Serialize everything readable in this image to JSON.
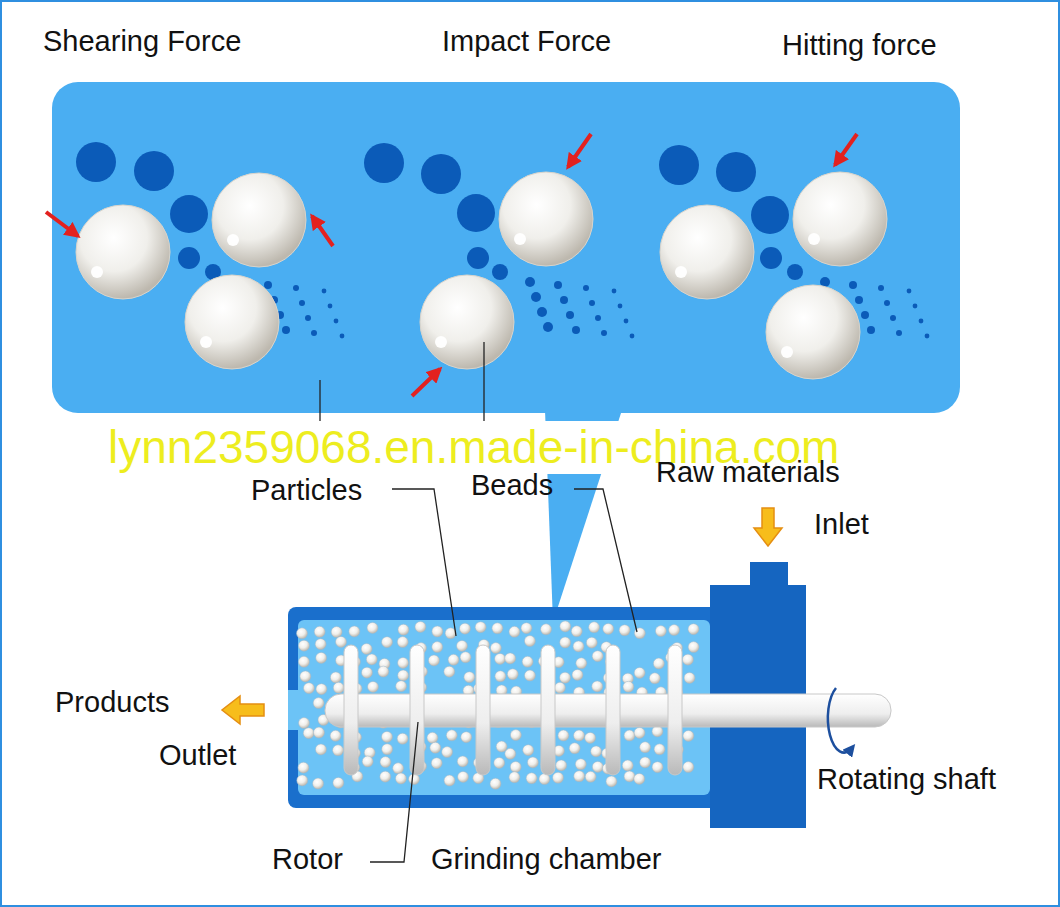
{
  "diagram": {
    "labels": [
      "Shearing Force",
      "Impact Force",
      "Hitting force",
      "lynn2359068.en.made-in-china.com",
      "Particles",
      "Beads",
      "Raw materials",
      "Inlet",
      "Products",
      "Outlet",
      "Rotating shaft",
      "Rotor",
      "Grinding chamber"
    ]
  }
}
